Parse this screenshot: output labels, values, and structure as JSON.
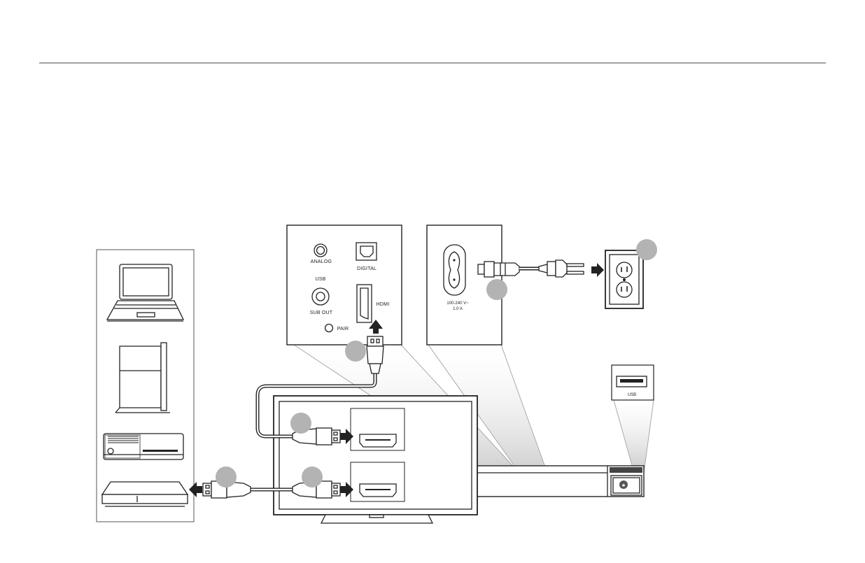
{
  "panel_labels": {
    "analog": "ANALOG",
    "digital": "DIGITAL",
    "usb": "USB",
    "sub_out": "SUB OUT",
    "hdmi": "HDMI",
    "pair": "PAIR",
    "voltage": "100-240 V~",
    "current": "1.0 A",
    "usb_detail": "USB"
  },
  "colors": {
    "line": "#222222",
    "badge": "#b3b3b3",
    "beam": "#d9d9d9"
  }
}
